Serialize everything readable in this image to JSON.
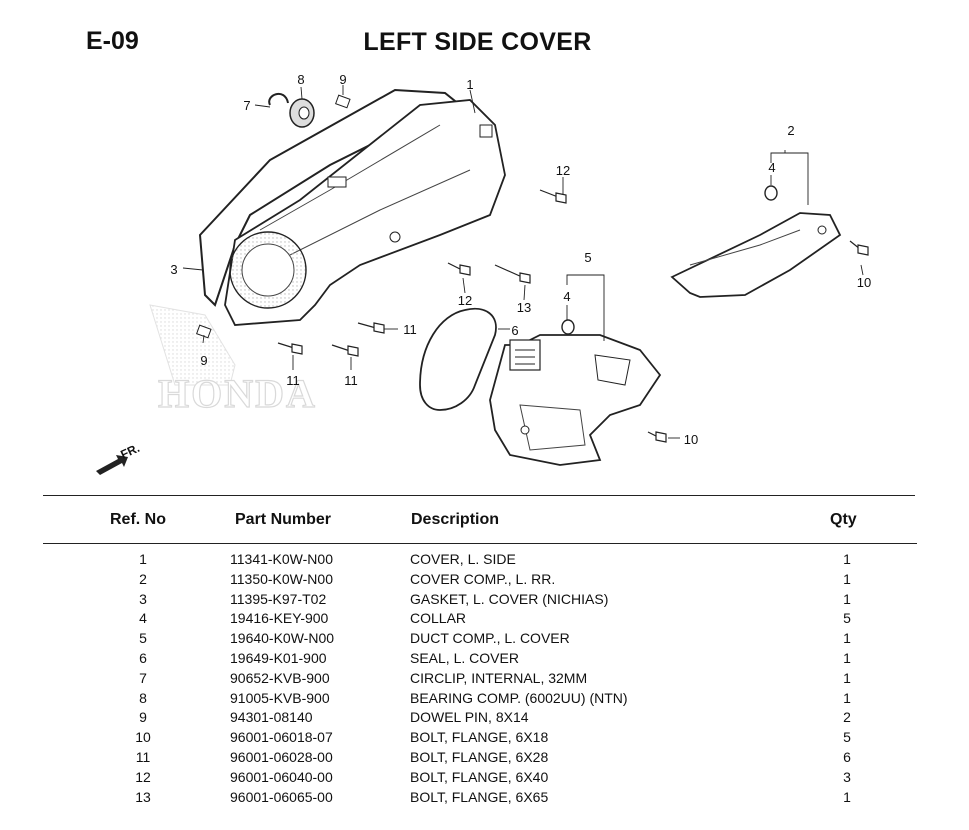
{
  "header": {
    "section_code": "E-09",
    "title": "LEFT SIDE COVER"
  },
  "diagram": {
    "callouts": {
      "c1": "1",
      "c2": "2",
      "c3": "3",
      "c4a": "4",
      "c4b": "4",
      "c5": "5",
      "c6": "6",
      "c7": "7",
      "c8": "8",
      "c9a": "9",
      "c9b": "9",
      "c10a": "10",
      "c10b": "10",
      "c11a": "11",
      "c11b": "11",
      "c11c": "11",
      "c12a": "12",
      "c12b": "12",
      "c13": "13"
    },
    "front_arrow_label": "FR.",
    "watermark_brand": "HONDA"
  },
  "table": {
    "headers": {
      "ref": "Ref. No",
      "part": "Part Number",
      "desc": "Description",
      "qty": "Qty"
    },
    "rows": [
      {
        "ref": "1",
        "part": "11341-K0W-N00",
        "desc": "COVER, L. SIDE",
        "qty": "1"
      },
      {
        "ref": "2",
        "part": "11350-K0W-N00",
        "desc": "COVER COMP., L. RR.",
        "qty": "1"
      },
      {
        "ref": "3",
        "part": "11395-K97-T02",
        "desc": "GASKET, L. COVER (NICHIAS)",
        "qty": "1"
      },
      {
        "ref": "4",
        "part": "19416-KEY-900",
        "desc": "COLLAR",
        "qty": "5"
      },
      {
        "ref": "5",
        "part": "19640-K0W-N00",
        "desc": "DUCT COMP., L. COVER",
        "qty": "1"
      },
      {
        "ref": "6",
        "part": "19649-K01-900",
        "desc": "SEAL, L. COVER",
        "qty": "1"
      },
      {
        "ref": "7",
        "part": "90652-KVB-900",
        "desc": "CIRCLIP, INTERNAL, 32MM",
        "qty": "1"
      },
      {
        "ref": "8",
        "part": "91005-KVB-900",
        "desc": "BEARING COMP. (6002UU) (NTN)",
        "qty": "1"
      },
      {
        "ref": "9",
        "part": "94301-08140",
        "desc": "DOWEL PIN, 8X14",
        "qty": "2"
      },
      {
        "ref": "10",
        "part": "96001-06018-07",
        "desc": "BOLT, FLANGE, 6X18",
        "qty": "5"
      },
      {
        "ref": "11",
        "part": "96001-06028-00",
        "desc": "BOLT, FLANGE, 6X28",
        "qty": "6"
      },
      {
        "ref": "12",
        "part": "96001-06040-00",
        "desc": "BOLT, FLANGE, 6X40",
        "qty": "3"
      },
      {
        "ref": "13",
        "part": "96001-06065-00",
        "desc": "BOLT, FLANGE, 6X65",
        "qty": "1"
      }
    ]
  }
}
